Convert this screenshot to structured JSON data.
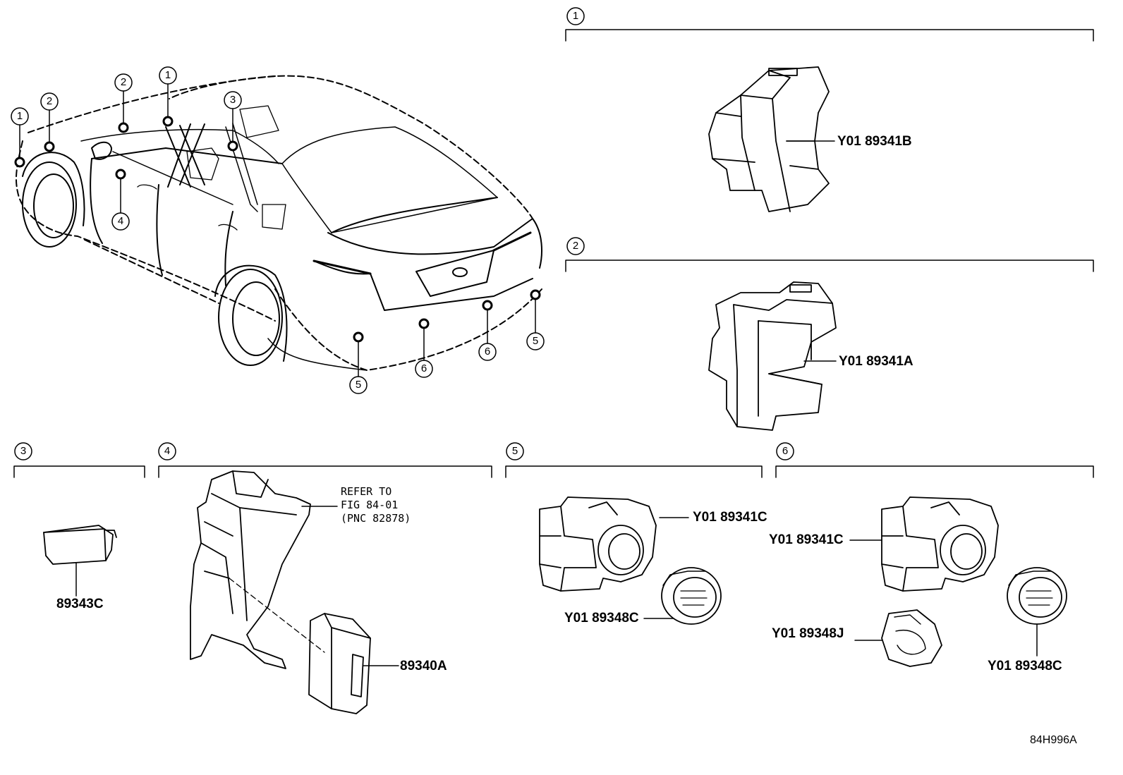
{
  "diagram_code": "84H996A",
  "callout_numbers": [
    "1",
    "2",
    "3",
    "4",
    "5",
    "6"
  ],
  "sections": [
    {
      "number": "1",
      "parts": [
        "Y01 89341B"
      ]
    },
    {
      "number": "2",
      "parts": [
        "Y01 89341A"
      ]
    },
    {
      "number": "3",
      "parts": [
        "89343C"
      ]
    },
    {
      "number": "4",
      "parts": [
        "89340A"
      ],
      "note": [
        "REFER TO",
        "FIG 84-01",
        "(PNC 82878)"
      ]
    },
    {
      "number": "5",
      "parts": [
        "Y01 89341C",
        "Y01 89348C"
      ]
    },
    {
      "number": "6",
      "parts": [
        "Y01 89341C",
        "Y01 89348J",
        "Y01 89348C"
      ]
    }
  ],
  "car_callouts": [
    "1",
    "2",
    "2",
    "1",
    "3",
    "4",
    "5",
    "6",
    "6",
    "5"
  ]
}
